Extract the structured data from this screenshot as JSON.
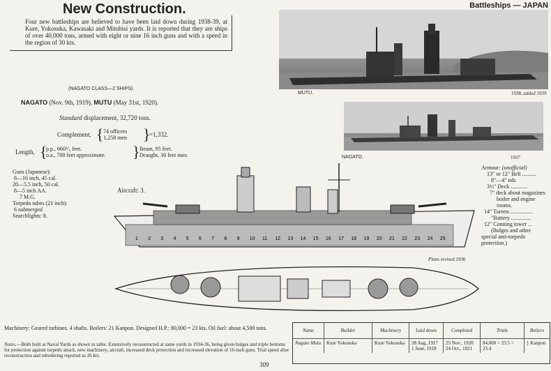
{
  "header": {
    "section": "Battleships — JAPAN",
    "title": "New Construction."
  },
  "intro": "Four new battleships are believed to have been laid down during 1938-39, at Kure, Yokosuka, Kawasaki and Mitubisi yards. It is reported that they are ships of over 40,000 tons, armed with eight or nine 16 inch guns and with a speed in the region of 30 kts.",
  "photos": {
    "mutu": {
      "caption": "MUTU.",
      "date": "1938,",
      "added": "added 1939"
    },
    "nagato": {
      "caption": "NAGATO.",
      "date": "1937"
    }
  },
  "class_line": "(NAGATO CLASS—2 SHIPS).",
  "ships_line": {
    "name1": "NAGATO",
    "date1": "(Nov. 9th, 1919),",
    "name2": "MUTU",
    "date2": "(May 31st, 1920)."
  },
  "displacement": {
    "label": "Standard",
    "text": "displacement, 32,720 tons."
  },
  "complement": {
    "label": "Complement,",
    "officers": "74 officers",
    "men": "1,258 men",
    "total": "=1,332."
  },
  "dimensions": {
    "length_label": "Length,",
    "pp": "p.p., 660²/₃ feet.",
    "oa": "o.a., 700 feet approximate.",
    "beam": "Beam, 95 feet.",
    "draught": "Draught, 30 feet",
    "draught_max": "max."
  },
  "guns": {
    "title": "Guns (Japanese):",
    "lines": [
      "8—16 inch, 45 cal.",
      "20—5.5 inch, 50 cal.",
      "8—5 inch AA.",
      "7 M.G."
    ],
    "torpedo_title": "Torpedo tubes (21 inch):",
    "torpedo": "6",
    "torpedo_note": "submerged.",
    "searchlights": "Searchlights: 8."
  },
  "aircraft": "Aircraft: 3.",
  "armour": {
    "title": "Armour:",
    "note": "(unofficial)",
    "lines": [
      "13\" or 12\" Belt ..........",
      "8\"—4\"                  nds",
      "3½\" Deck ............",
      "7\" deck about magazines",
      "boiler and engine",
      "rooms.",
      "14\" Turrets ................",
      "\"Battery ..............",
      "12\" Conning tower      ...",
      "(Bulges and other",
      "special   anti-torpedo",
      "protection.)"
    ]
  },
  "plans_note": "Plans revised 1936",
  "hull_numbers": [
    "1",
    "2",
    "3",
    "4",
    "5",
    "6",
    "7",
    "8",
    "9",
    "10",
    "11",
    "12",
    "13",
    "14",
    "15",
    "16",
    "17",
    "18",
    "19",
    "20",
    "21",
    "22",
    "23",
    "24",
    "25"
  ],
  "machinery": "Machinery: Geared turbines. 4 shafts. Boilers: 21 Kanpon. Designed H.P.: 80,000 = 23 kts. Oil fuel: about 4,500 tons.",
  "notes": {
    "label": "Notes.",
    "text": "—Both built at Naval Yards as shown in table. Extensively reconstructed at same yards in 1934-36, being given bulges and triple bottoms for protection against torpedo attack, new machinery, aircraft, increased deck protection and increased elevation of 16-inch guns. Trial speed after reconstruction and reboilering reported as 26 kts."
  },
  "table": {
    "headers": [
      "Name",
      "Builder",
      "Machinery",
      "Laid down",
      "Completed",
      "Trials",
      "Boilers"
    ],
    "row": [
      "Nagato Mutu",
      "Kure Yokosuka",
      "Kure Yokosuka",
      "28 Aug.,1917 1 June, 1918",
      "25 Nov., 1920 24 Oct., 1921",
      "84,000 = 23.5 = 23.4",
      "} Kanpon"
    ]
  },
  "page_number": "309"
}
